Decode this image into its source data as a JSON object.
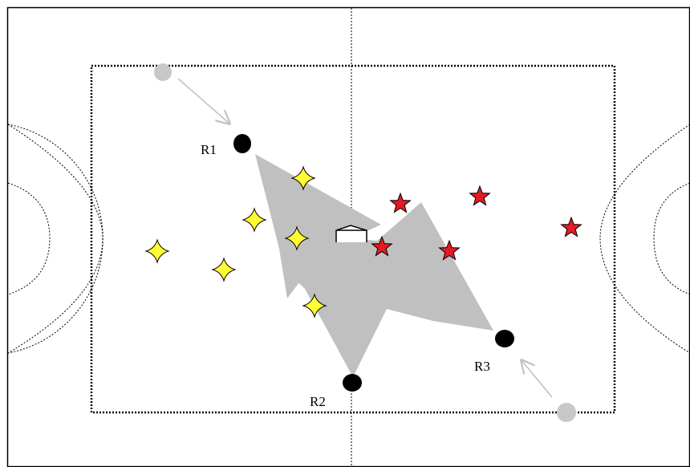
{
  "colors": {
    "background": "#ffffff",
    "line": "#000000",
    "shaded_area": "#c0c0c0",
    "referee": "#000000",
    "start_marker": "#c8c8c8",
    "arrow": "#c0c0c0",
    "team_star": "#e31b23",
    "team_cross": "#ffff33"
  },
  "referees": [
    {
      "label": "R1"
    },
    {
      "label": "R2"
    },
    {
      "label": "R3"
    }
  ],
  "icons": {
    "referee": "filled-circle",
    "start_position": "grey-circle",
    "movement": "arrow",
    "team_a_player": "red-star",
    "team_b_player": "yellow-four-point-star",
    "puck_or_ball": "small-box"
  }
}
